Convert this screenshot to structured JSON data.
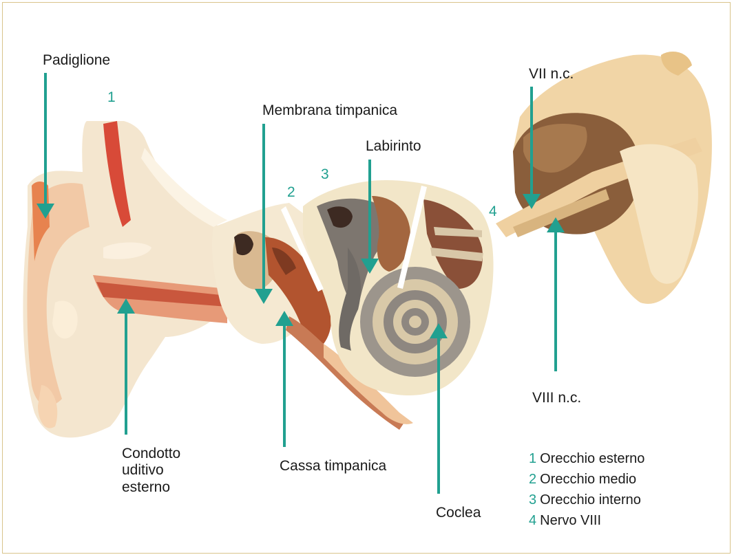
{
  "colors": {
    "accent": "#21a090",
    "frame": "#d9c48b",
    "text": "#1a1a1a"
  },
  "labels": {
    "padiglione": "Padiglione",
    "membrana_timpanica": "Membrana timpanica",
    "labirinto": "Labirinto",
    "vii_nc": "VII n.c.",
    "viii_nc": "VIII n.c.",
    "condotto_line1": "Condotto",
    "condotto_line2": "uditivo",
    "condotto_line3": "esterno",
    "cassa_timpanica": "Cassa timpanica",
    "coclea": "Coclea"
  },
  "section_numbers": {
    "n1": "1",
    "n2": "2",
    "n3": "3",
    "n4": "4"
  },
  "legend": [
    {
      "num": "1",
      "text": "Orecchio esterno"
    },
    {
      "num": "2",
      "text": "Orecchio medio"
    },
    {
      "num": "3",
      "text": "Orecchio interno"
    },
    {
      "num": "4",
      "text": "Nervo VIII"
    }
  ]
}
